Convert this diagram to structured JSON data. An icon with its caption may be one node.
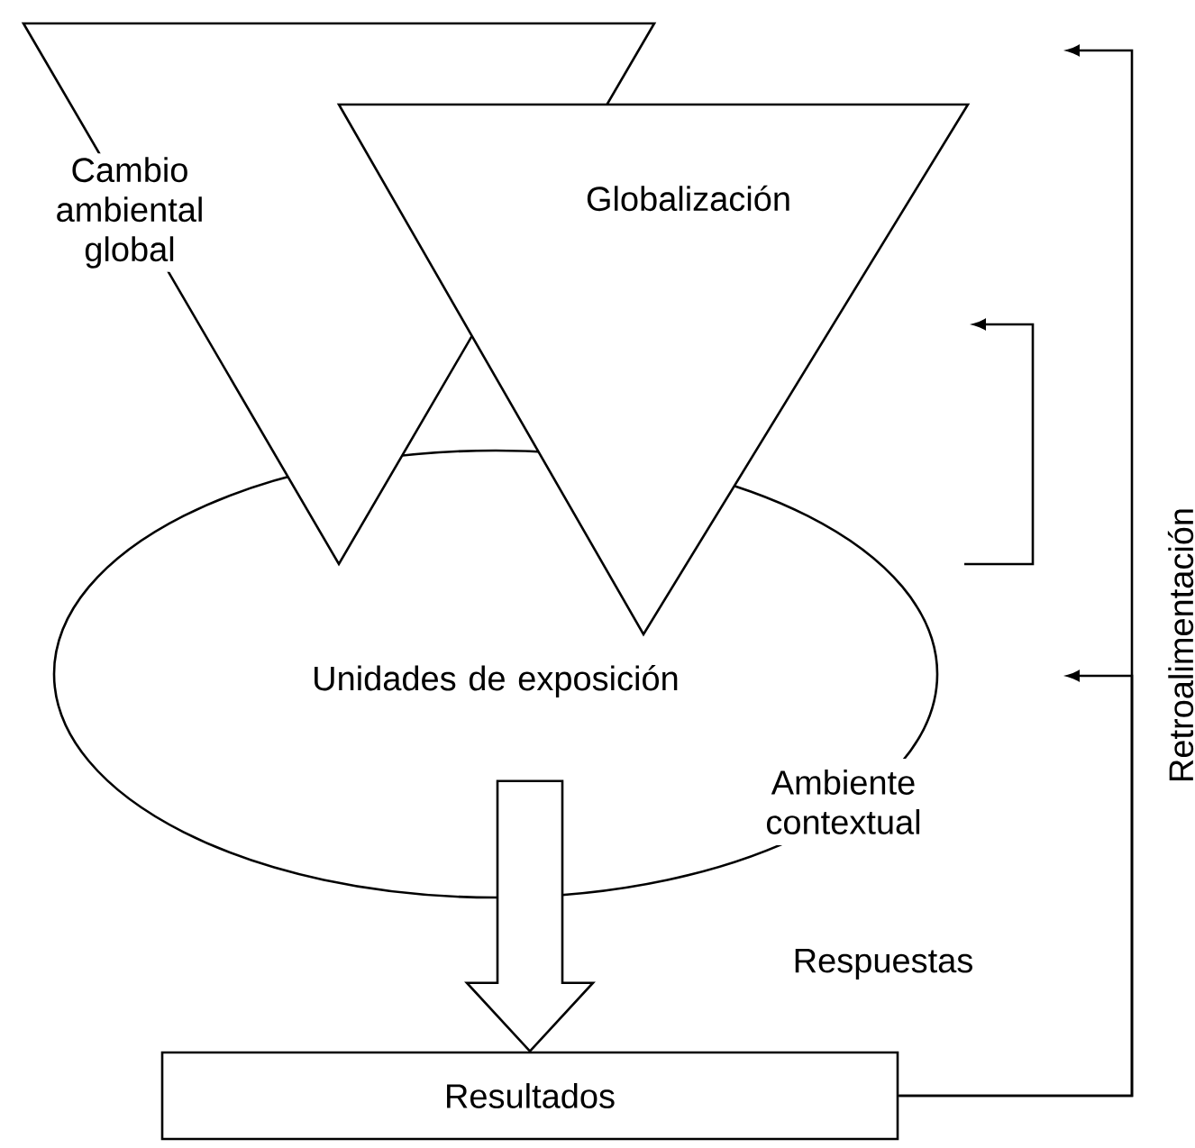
{
  "diagram": {
    "nodes": [
      {
        "text": [
          "Cambio ambiental global"
        ]
      },
      {
        "text": [
          "Globalización"
        ]
      },
      {
        "text": [
          "Unidades de exposición"
        ]
      },
      {
        "text": [
          "Resultados"
        ]
      }
    ],
    "edges": [
      {
        "from": 2,
        "to": 3,
        "arrow": "to"
      },
      {
        "from": 3,
        "to": null,
        "arrow": "to",
        "label": "Retroalimentación"
      },
      {
        "from": 3,
        "to": null,
        "arrow": "to"
      }
    ],
    "labels": [
      "Ambiente contextual",
      "Respuestas"
    ]
  }
}
